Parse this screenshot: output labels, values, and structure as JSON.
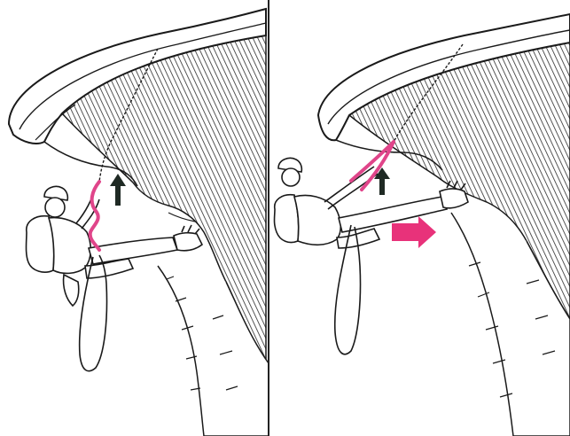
{
  "figure": {
    "panels": [
      {
        "id": "left",
        "arrows": [
          {
            "kind": "up",
            "color": "#1f2a24"
          }
        ],
        "rope_accent": "#e0458a"
      },
      {
        "id": "right",
        "arrows": [
          {
            "kind": "up",
            "color": "#1f2a24"
          },
          {
            "kind": "right",
            "color": "#e8327a"
          }
        ],
        "rope_accent": "#e0458a"
      }
    ]
  },
  "colors": {
    "ink": "#1a1a1a",
    "rock_shade": "#2b2b2b",
    "accent_pink": "#e0458a",
    "arrow_dark": "#1f2a24",
    "arrow_pink": "#e8327a",
    "background": "#ffffff"
  }
}
